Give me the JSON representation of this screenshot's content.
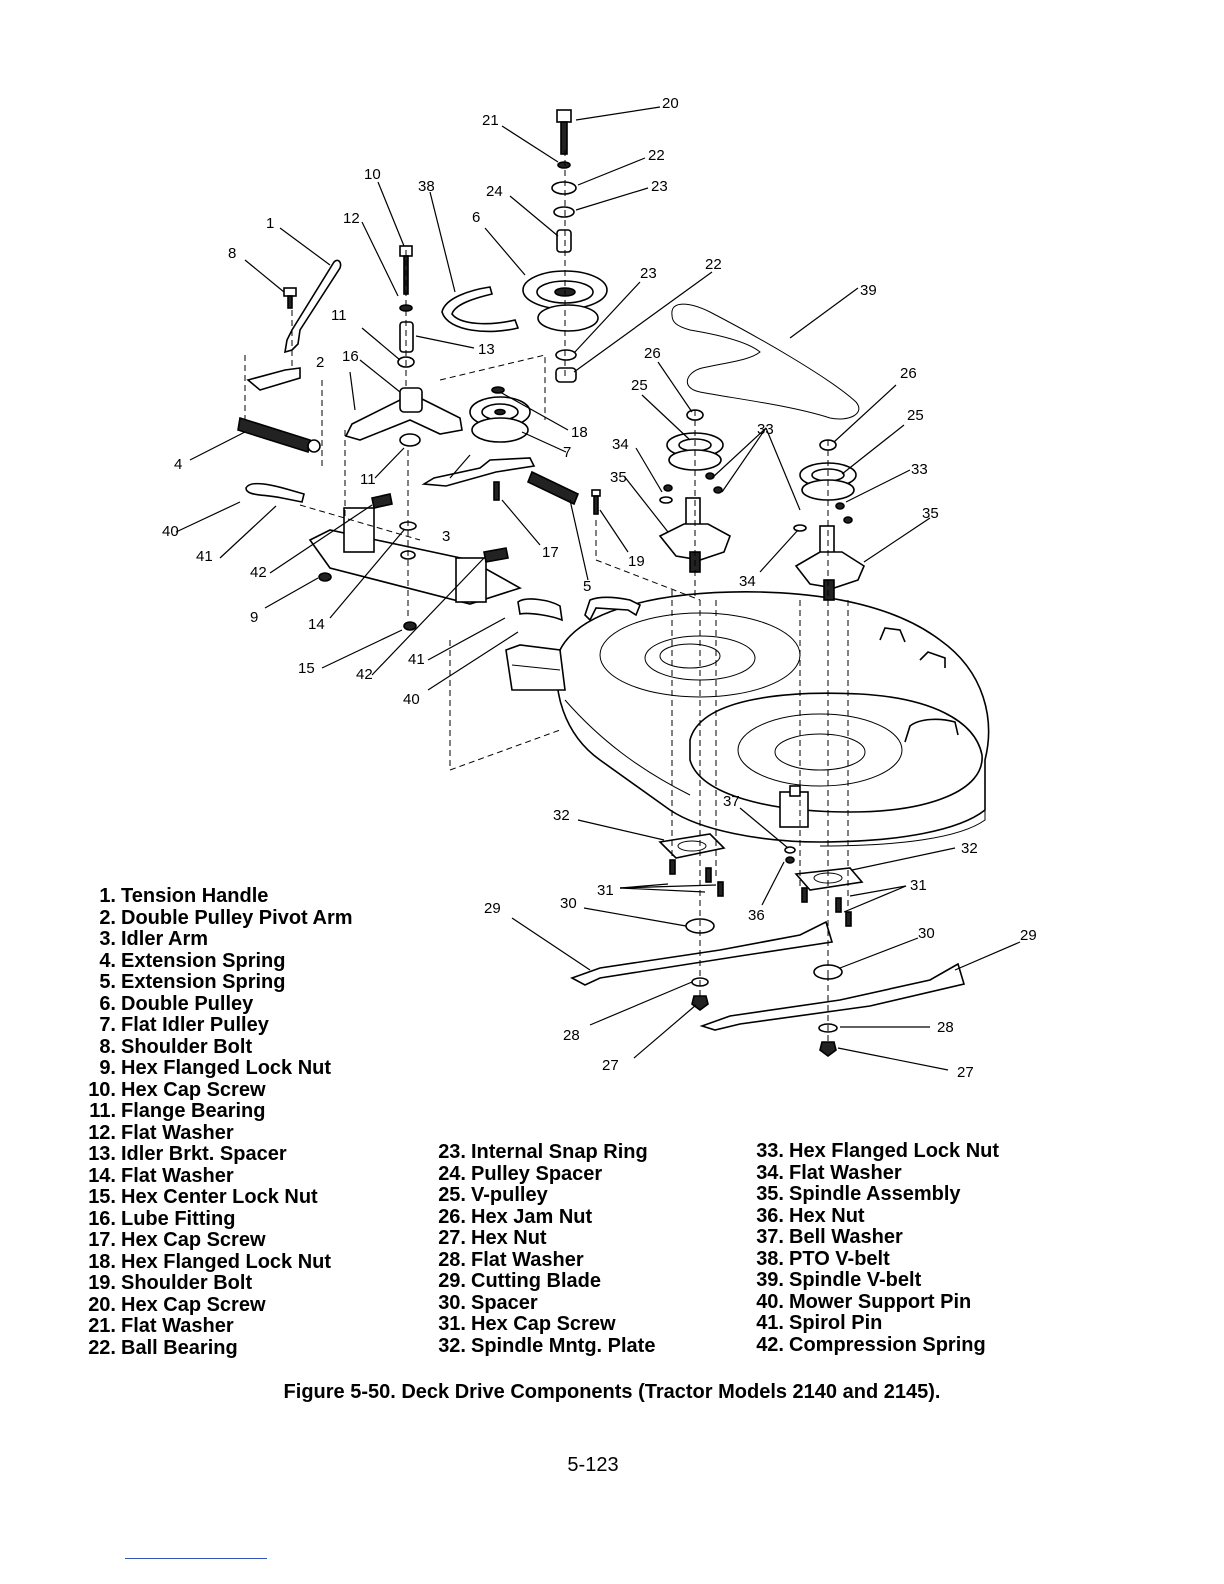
{
  "callouts": [
    "1",
    "2",
    "3",
    "4",
    "5",
    "6",
    "7",
    "8",
    "9",
    "10",
    "11",
    "11",
    "12",
    "13",
    "14",
    "15",
    "16",
    "17",
    "18",
    "19",
    "20",
    "21",
    "22",
    "22",
    "23",
    "23",
    "24",
    "25",
    "25",
    "26",
    "26",
    "27",
    "27",
    "28",
    "28",
    "29",
    "29",
    "30",
    "30",
    "31",
    "31",
    "32",
    "32",
    "33",
    "33",
    "34",
    "34",
    "35",
    "35",
    "36",
    "37",
    "38",
    "39",
    "40",
    "40",
    "41",
    "41",
    "42",
    "42"
  ],
  "legend_col1": [
    {
      "num": "1.",
      "name": "Tension Handle"
    },
    {
      "num": "2.",
      "name": "Double Pulley Pivot Arm"
    },
    {
      "num": "3.",
      "name": "Idler Arm"
    },
    {
      "num": "4.",
      "name": "Extension Spring"
    },
    {
      "num": "5.",
      "name": "Extension Spring"
    },
    {
      "num": "6.",
      "name": "Double Pulley"
    },
    {
      "num": "7.",
      "name": "Flat Idler Pulley"
    },
    {
      "num": "8.",
      "name": "Shoulder Bolt"
    },
    {
      "num": "9.",
      "name": "Hex Flanged Lock Nut"
    },
    {
      "num": "10.",
      "name": "Hex Cap Screw"
    },
    {
      "num": "11.",
      "name": "Flange Bearing"
    },
    {
      "num": "12.",
      "name": "Flat Washer"
    },
    {
      "num": "13.",
      "name": "Idler Brkt. Spacer"
    },
    {
      "num": "14.",
      "name": "Flat Washer"
    },
    {
      "num": "15.",
      "name": "Hex Center Lock Nut"
    },
    {
      "num": "16.",
      "name": "Lube Fitting"
    },
    {
      "num": "17.",
      "name": "Hex Cap Screw"
    },
    {
      "num": "18.",
      "name": "Hex Flanged Lock Nut"
    },
    {
      "num": "19.",
      "name": "Shoulder Bolt"
    },
    {
      "num": "20.",
      "name": "Hex Cap Screw"
    },
    {
      "num": "21.",
      "name": "Flat Washer"
    },
    {
      "num": "22.",
      "name": "Ball Bearing"
    }
  ],
  "legend_col2": [
    {
      "num": "23.",
      "name": "Internal Snap Ring"
    },
    {
      "num": "24.",
      "name": "Pulley Spacer"
    },
    {
      "num": "25.",
      "name": "V-pulley"
    },
    {
      "num": "26.",
      "name": "Hex Jam Nut"
    },
    {
      "num": "27.",
      "name": "Hex Nut"
    },
    {
      "num": "28.",
      "name": "Flat Washer"
    },
    {
      "num": "29.",
      "name": "Cutting Blade"
    },
    {
      "num": "30.",
      "name": "Spacer"
    },
    {
      "num": "31.",
      "name": "Hex Cap Screw"
    },
    {
      "num": "32.",
      "name": "Spindle Mntg. Plate"
    }
  ],
  "legend_col3": [
    {
      "num": "33.",
      "name": "Hex Flanged Lock Nut"
    },
    {
      "num": "34.",
      "name": "Flat Washer"
    },
    {
      "num": "35.",
      "name": "Spindle Assembly"
    },
    {
      "num": "36.",
      "name": "Hex Nut"
    },
    {
      "num": "37.",
      "name": "Bell Washer"
    },
    {
      "num": "38.",
      "name": "PTO V-belt"
    },
    {
      "num": "39.",
      "name": "Spindle V-belt"
    },
    {
      "num": "40.",
      "name": "Mower Support Pin"
    },
    {
      "num": "41.",
      "name": "Spirol Pin"
    },
    {
      "num": "42.",
      "name": "Compression Spring"
    }
  ],
  "caption": "Figure 5-50.  Deck Drive Components (Tractor Models 2140 and 2145).",
  "page_number": "5-123"
}
